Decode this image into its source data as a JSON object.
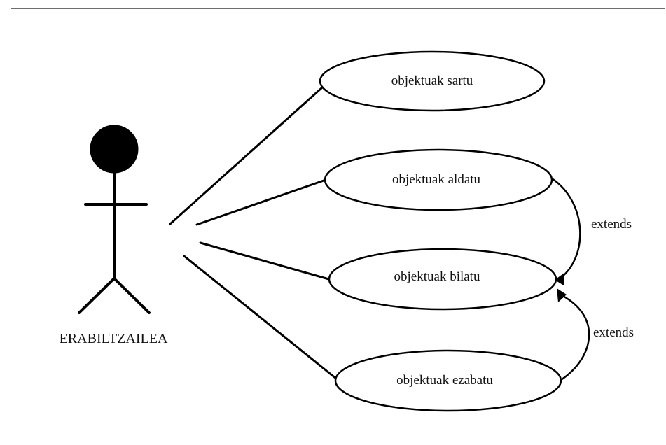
{
  "diagram": {
    "actor": {
      "name": "ERABILTZAILEA"
    },
    "use_cases": {
      "sartu": "objektuak sartu",
      "aldatu": "objektuak aldatu",
      "bilatu": "objektuak bilatu",
      "ezabatu": "objektuak ezabatu"
    },
    "relations": {
      "extends_upper": "extends",
      "extends_lower": "extends"
    }
  },
  "colors": {
    "stroke": "#000000",
    "frame": "#6e6e6e"
  }
}
